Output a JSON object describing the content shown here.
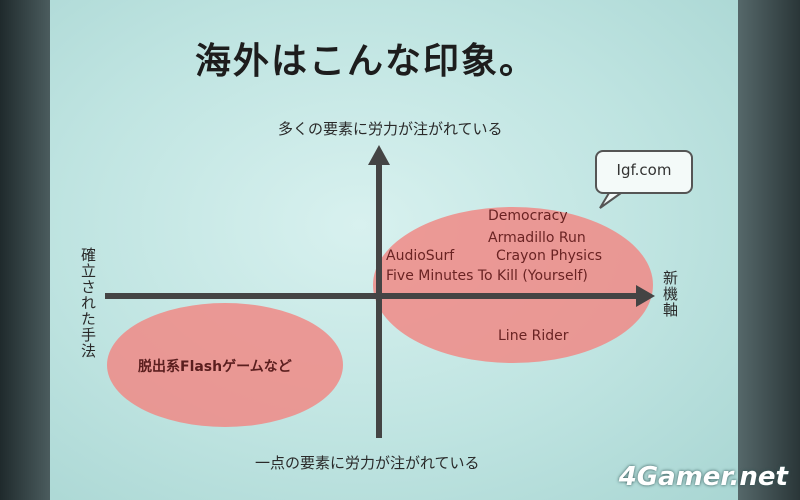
{
  "slide": {
    "title": "海外はこんな印象。",
    "y_axis_top": "多くの要素に労力が注がれている",
    "y_axis_bottom": "一点の要素に労力が注がれている",
    "x_axis_left": "確立された手法",
    "x_axis_right": "新機軸",
    "right_group": {
      "items": [
        "Democracy",
        "Armadillo Run",
        "AudioSurf",
        "Crayon Physics",
        "Five Minutes To Kill (Yourself)",
        "Line Rider"
      ],
      "color": "#f08a86"
    },
    "left_group": {
      "label": "脱出系Flashゲームなど",
      "color": "#f08a86"
    },
    "speech_bubble": "Igf.com"
  },
  "watermark": "4Gamer.net",
  "colors": {
    "slide_bg": "#c9ebe8",
    "axis": "#444444",
    "ellipse": "#f08a86"
  }
}
